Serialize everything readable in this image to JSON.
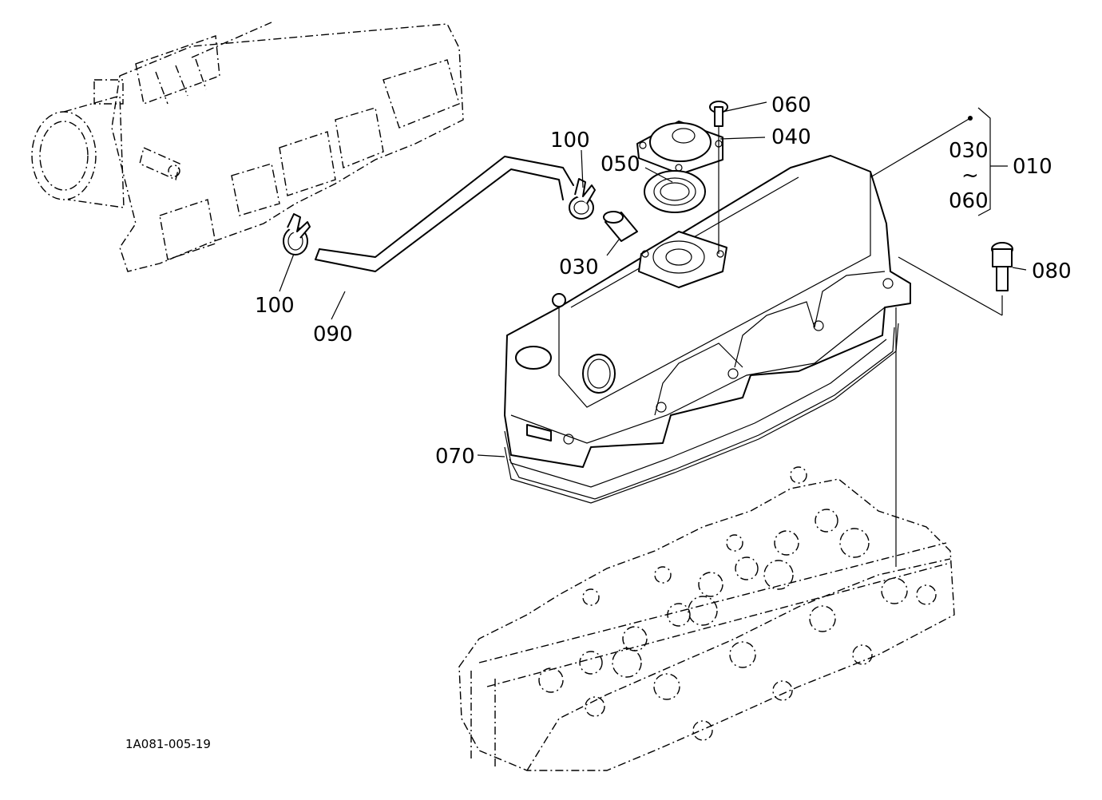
{
  "diagram": {
    "part_labels": {
      "p010": "010",
      "p030_a": "030",
      "p030_b": "030",
      "p040": "040",
      "p050": "050",
      "p060_a": "060",
      "p060_b": "060",
      "p070": "070",
      "p080": "080",
      "p090": "090",
      "p100_a": "100",
      "p100_b": "100",
      "range_symbol": "~"
    },
    "figure_code": "1A081-005-19"
  }
}
